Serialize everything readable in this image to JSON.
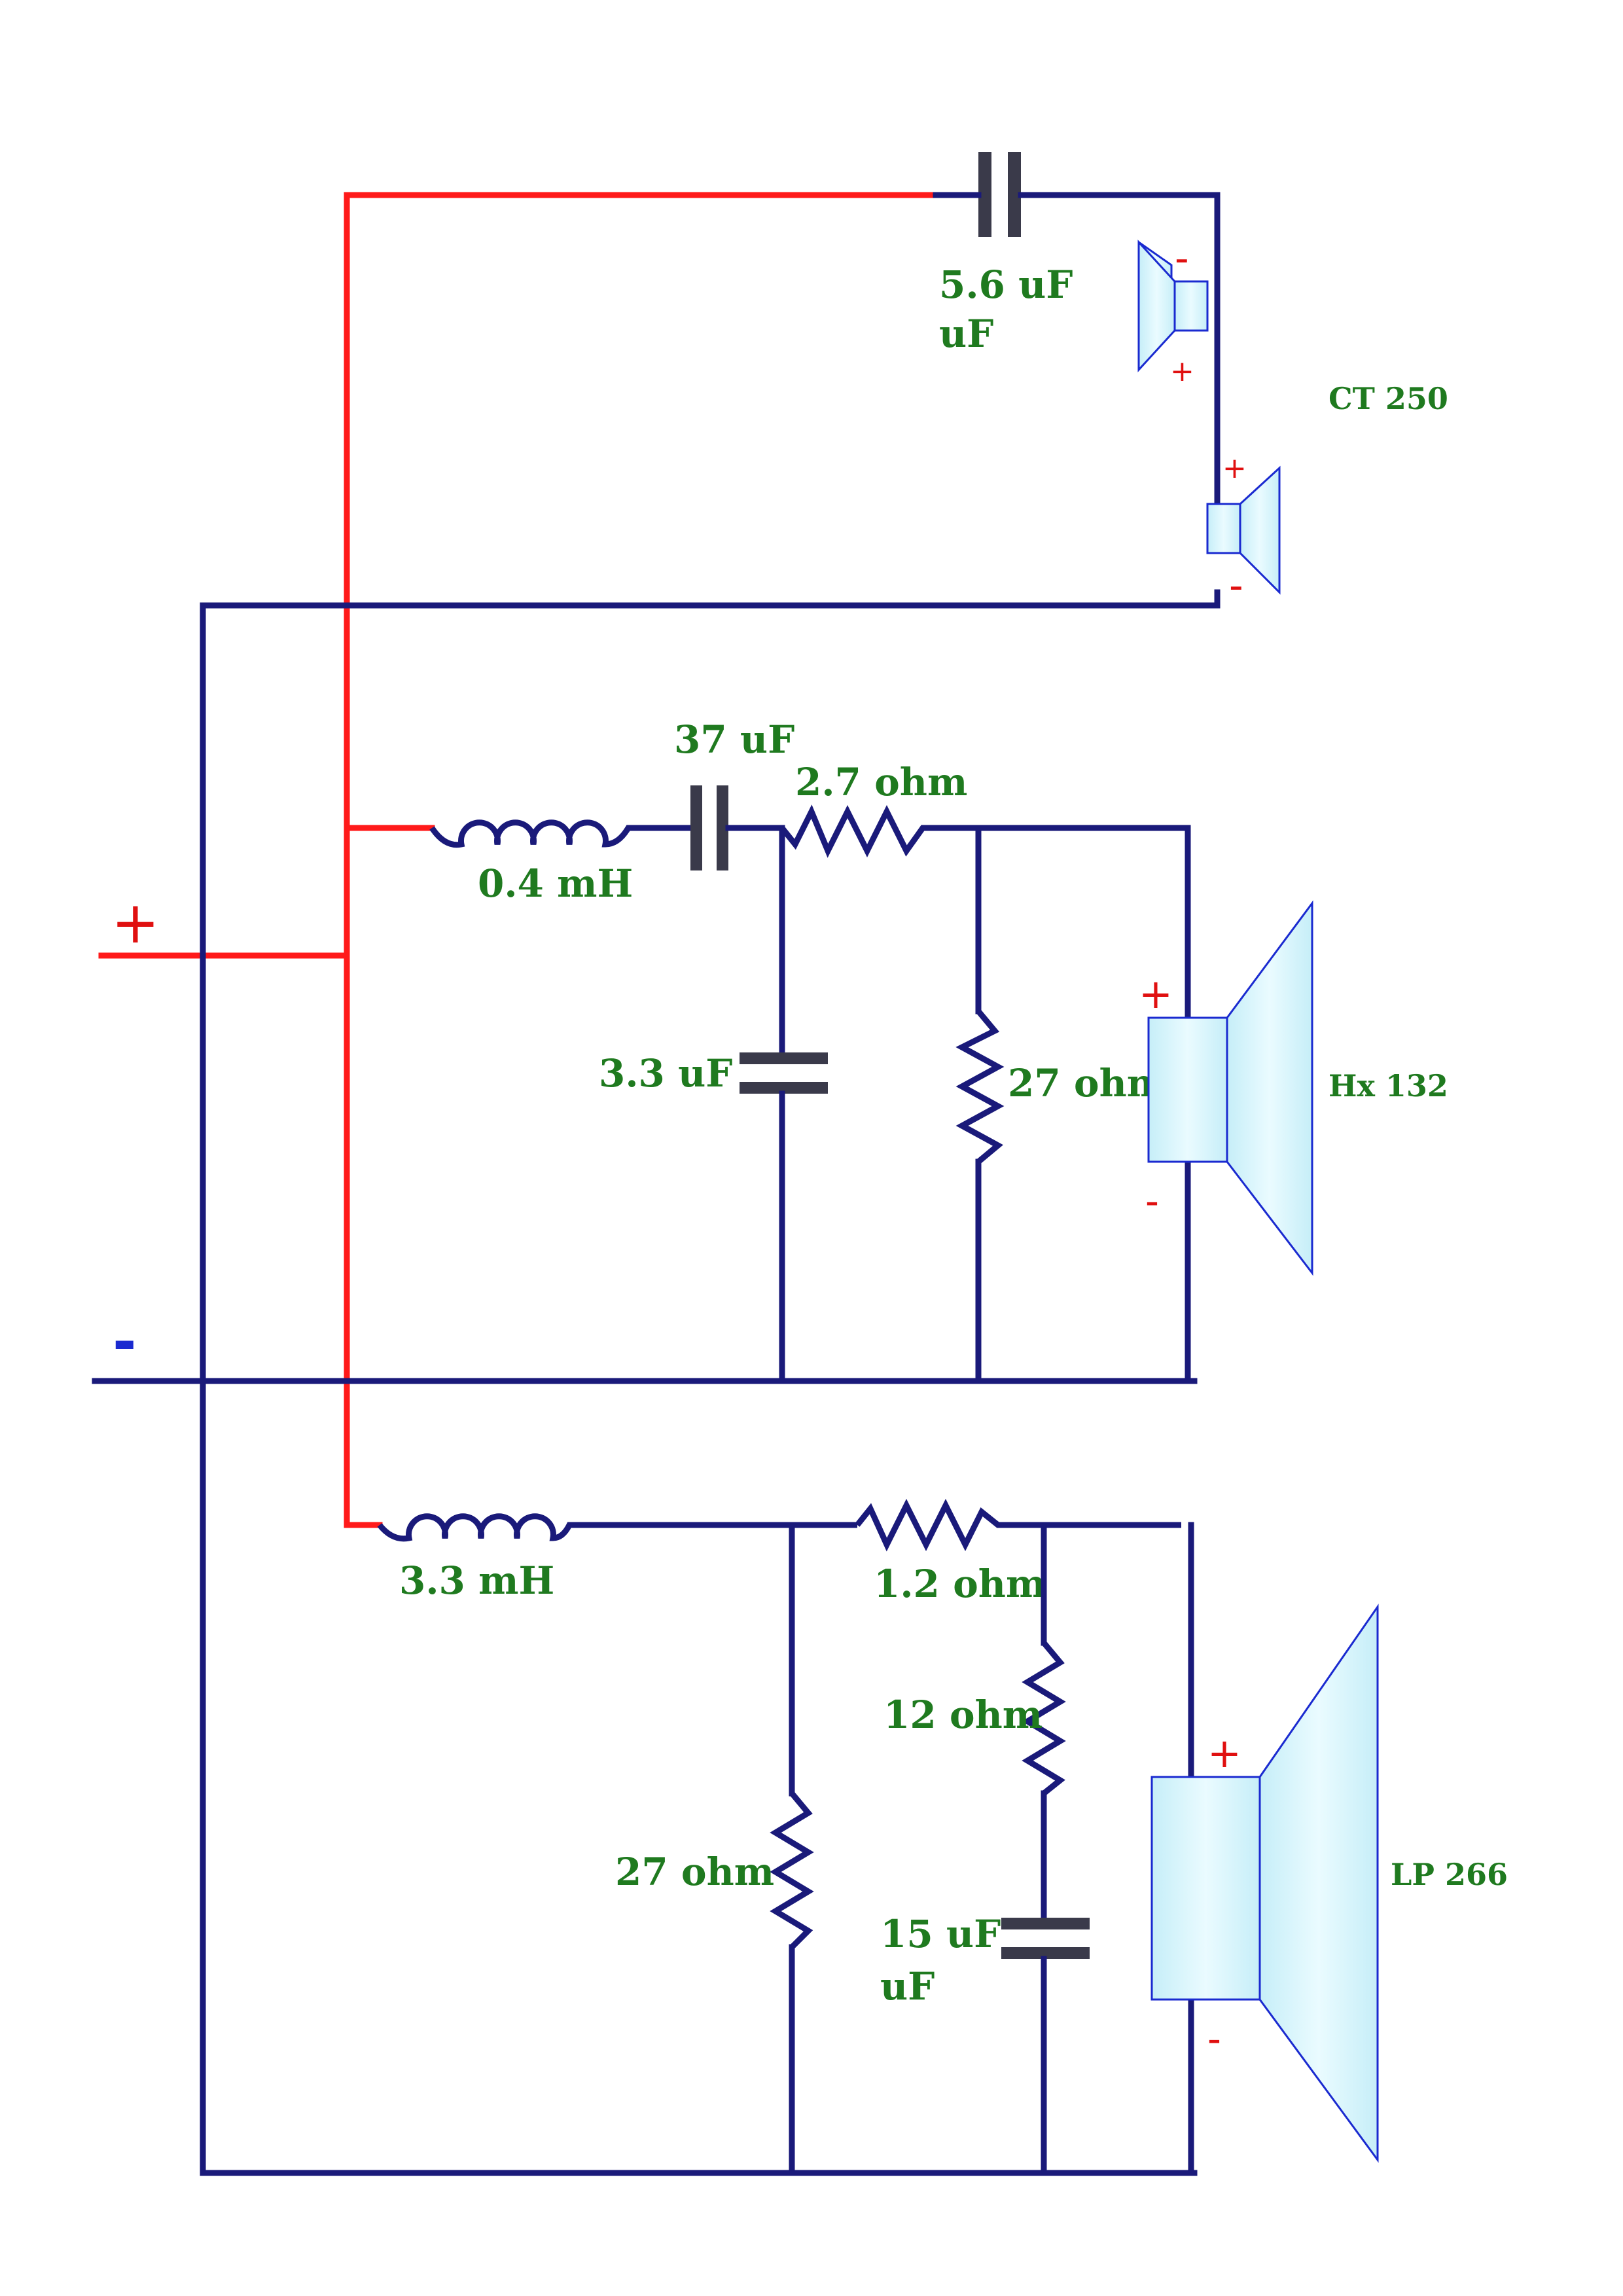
{
  "terminals": {
    "positive_symbol": "+",
    "negative_symbol": "-"
  },
  "components": {
    "tweeter_cap": {
      "value_line1": "5.6 uF",
      "value_line2": "uF"
    },
    "mid_inductor": {
      "value": "0.4 mH"
    },
    "mid_series_cap": {
      "value": "37 uF"
    },
    "mid_series_res": {
      "value": "2.7 ohm"
    },
    "mid_shunt_cap": {
      "value": "3.3 uF"
    },
    "mid_shunt_res": {
      "value": "27 ohm"
    },
    "woofer_inductor": {
      "value": "3.3 mH"
    },
    "woofer_shunt_res": {
      "value": "27 ohm"
    },
    "woofer_series_res": {
      "value": "1.2 ohm"
    },
    "woofer_zobel_res": {
      "value": "12 ohm"
    },
    "woofer_zobel_cap": {
      "value_line1": "15 uF",
      "value_line2": "uF"
    }
  },
  "speakers": {
    "tweeter": {
      "name": "CT 250"
    },
    "midrange": {
      "name": "Hx 132"
    },
    "woofer": {
      "name": "LP 266"
    }
  },
  "polarity": {
    "plus": "+",
    "minus": "-"
  },
  "colors": {
    "positive_wire": "#ff1a1a",
    "negative_wire": "#1a1a7a",
    "label_text": "#1f7a1f",
    "polarity_mark": "#e01010",
    "negative_terminal_mark": "#1a2ad0",
    "speaker_fill": "#d8f4fb",
    "speaker_outline": "#1a2ad0"
  }
}
